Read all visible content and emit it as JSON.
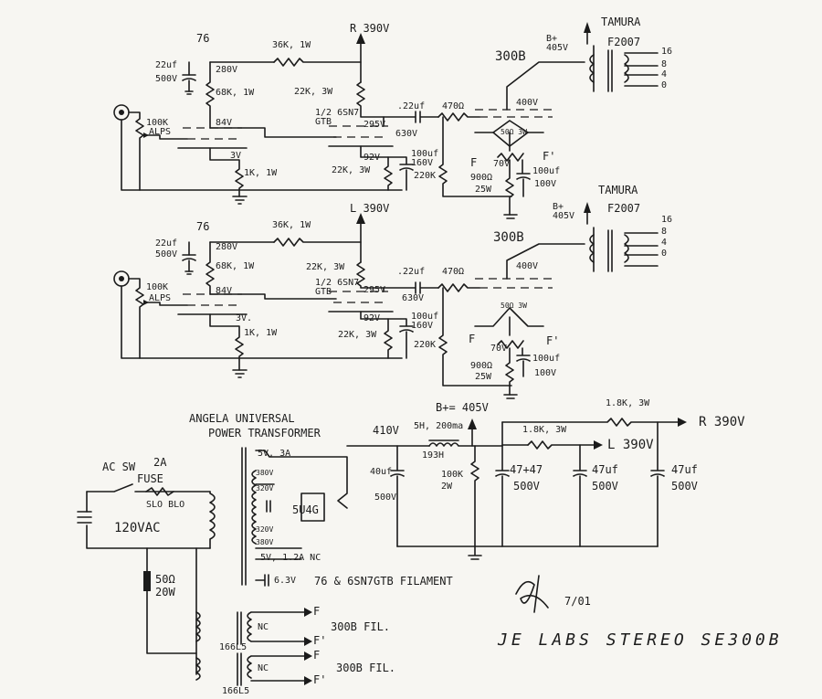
{
  "channel_r": {
    "tube_76": "76",
    "rail": "R 390V",
    "r_36k": "36K, 1W",
    "cap_22uf": "22uf",
    "cap_500v": "500V",
    "v_280": "280V",
    "r_68k": "68K, 1W",
    "pot_100k": "100K",
    "pot_alps": "ALPS",
    "v_84": "84V",
    "v_3": "3V",
    "r_1k": "1K, 1W",
    "r_22k_3w_plate": "22K, 3W",
    "tube_6sn7": "1/2 6SN7 GTB",
    "v_295": "295V",
    "cap_coupling": ".22uf",
    "cap_630v": "630V",
    "r_470": "470Ω",
    "v_400": "400V",
    "v_92": "92V",
    "cap_100uf": "100uf",
    "cap_160v": "160V",
    "r_22k_3w_cathode": "22K, 3W",
    "r_220k": "220K",
    "tube_300b": "300B",
    "bplus": "B+ 405V",
    "transformer_brand": "TAMURA",
    "transformer_model": "F2007",
    "taps": [
      "16",
      "8",
      "4",
      "0"
    ],
    "hum_pot": "50Ω 3W",
    "fil_f": "F",
    "fil_fp": "F'",
    "v_70": "70V",
    "r_900": "900Ω",
    "r_25w": "25W",
    "cap_100uf_b": "100uf",
    "cap_100v": "100V"
  },
  "channel_l": {
    "tube_76": "76",
    "rail": "L 390V",
    "r_36k": "36K, 1W",
    "cap_22uf": "22uf",
    "cap_500v": "500V",
    "v_280": "280V",
    "r_68k": "68K, 1W",
    "pot_100k": "100K",
    "pot_alps": "ALPS",
    "v_84": "84V",
    "v_3": "3V.",
    "r_1k": "1K, 1W",
    "r_22k_3w_plate": "22K, 3W",
    "tube_6sn7": "1/2 6SN7 GTB",
    "v_295": "295V",
    "cap_coupling": ".22uf",
    "cap_630v": "630V",
    "r_470": "470Ω",
    "v_400": "400V",
    "v_92": "92V",
    "cap_100uf": "100uf",
    "cap_160v": "160V",
    "r_22k_3w_cathode": "22K, 3W",
    "r_220k": "220K",
    "tube_300b": "300B",
    "bplus": "B+ 405V",
    "transformer_brand": "TAMURA",
    "transformer_model": "F2007",
    "taps": [
      "16",
      "8",
      "4",
      "0"
    ],
    "hum_pot": "50Ω 3W",
    "fil_f": "F",
    "fil_fp": "F'",
    "v_70": "70V",
    "r_900": "900Ω",
    "r_25w": "25W",
    "cap_100uf_b": "100uf",
    "cap_100v": "100V"
  },
  "power": {
    "transformer_title_1": "ANGELA UNIVERSAL",
    "transformer_title_2": "POWER TRANSFORMER",
    "switch": "AC SW",
    "fuse_rating": "2A",
    "fuse": "FUSE",
    "fuse_type": "SLO BLO",
    "mains": "120VAC",
    "resistor": "50Ω",
    "resistor_w": "20W",
    "sec_5v": "5V, 3A",
    "sec_380a": "380V",
    "sec_320a": "320V",
    "sec_320b": "320V",
    "sec_380b": "380V",
    "rectifier": "5U4G",
    "sec_5v_nc": "5V, 1.2A NC",
    "sec_63v": "6.3V",
    "filament_note": "76 & 6SN7GTB FILAMENT",
    "v_410": "410V",
    "choke": "5H, 200ma",
    "choke_part": "193H",
    "bplus": "B+= 405V",
    "cap_40uf": "40uf",
    "cap_40uf_v": "500V",
    "r_100k": "100K",
    "r_100k_w": "2W",
    "r_18k_r": "1.8K, 3W",
    "r_18k_l": "1.8K, 3W",
    "rail_r": "R 390V",
    "rail_l": "L 390V",
    "cap_4747": "47+47",
    "cap_4747_v": "500V",
    "cap_47a": "47uf",
    "cap_47a_v": "500V",
    "cap_47b": "47uf",
    "cap_47b_v": "500V",
    "fil_xfmr_1": "166L5",
    "fil_xfmr_2": "166L5",
    "nc1": "NC",
    "nc2": "NC",
    "f1": "F",
    "f1p": "F'",
    "f2": "F",
    "f2p": "F'",
    "fil1": "300B FIL.",
    "fil2": "300B FIL."
  },
  "signature": {
    "date": "7/01"
  },
  "title": "JE LABS STEREO SE300B"
}
